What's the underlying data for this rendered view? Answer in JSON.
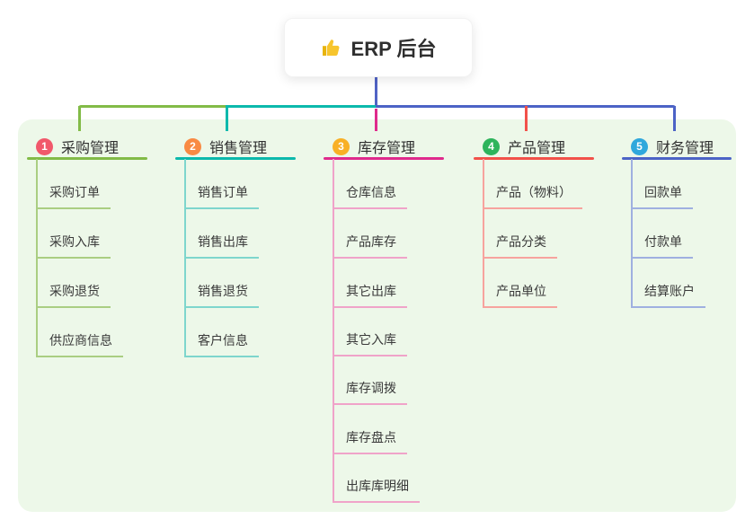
{
  "root": {
    "label": "ERP 后台",
    "icon": "thumbs-up-icon"
  },
  "canvas": {
    "background": "#ffffff",
    "panel_background": "#edf8e9",
    "stem_color": "#5163c5"
  },
  "branches": [
    {
      "num": "1",
      "title": "采购管理",
      "color": "#82bb47",
      "light_color": "#aace82",
      "badge_color": "#f1586b",
      "children": [
        "采购订单",
        "采购入库",
        "采购退货",
        "供应商信息"
      ]
    },
    {
      "num": "2",
      "title": "销售管理",
      "color": "#0cb9ac",
      "light_color": "#7ed6cd",
      "badge_color": "#f98a43",
      "children": [
        "销售订单",
        "销售出库",
        "销售退货",
        "客户信息"
      ]
    },
    {
      "num": "3",
      "title": "库存管理",
      "color": "#df2a8c",
      "light_color": "#f0a3c9",
      "badge_color": "#f8b026",
      "children": [
        "仓库信息",
        "产品库存",
        "其它出库",
        "其它入库",
        "库存调拨",
        "库存盘点",
        "出库库明细"
      ]
    },
    {
      "num": "4",
      "title": "产品管理",
      "color": "#f2514a",
      "light_color": "#f7a39e",
      "badge_color": "#2eb45c",
      "children": [
        "产品（物料）",
        "产品分类",
        "产品单位"
      ]
    },
    {
      "num": "5",
      "title": "财务管理",
      "color": "#4c63c6",
      "light_color": "#9fb0e0",
      "badge_color": "#30a8dc",
      "children": [
        "回款单",
        "付款单",
        "结算账户"
      ]
    }
  ]
}
